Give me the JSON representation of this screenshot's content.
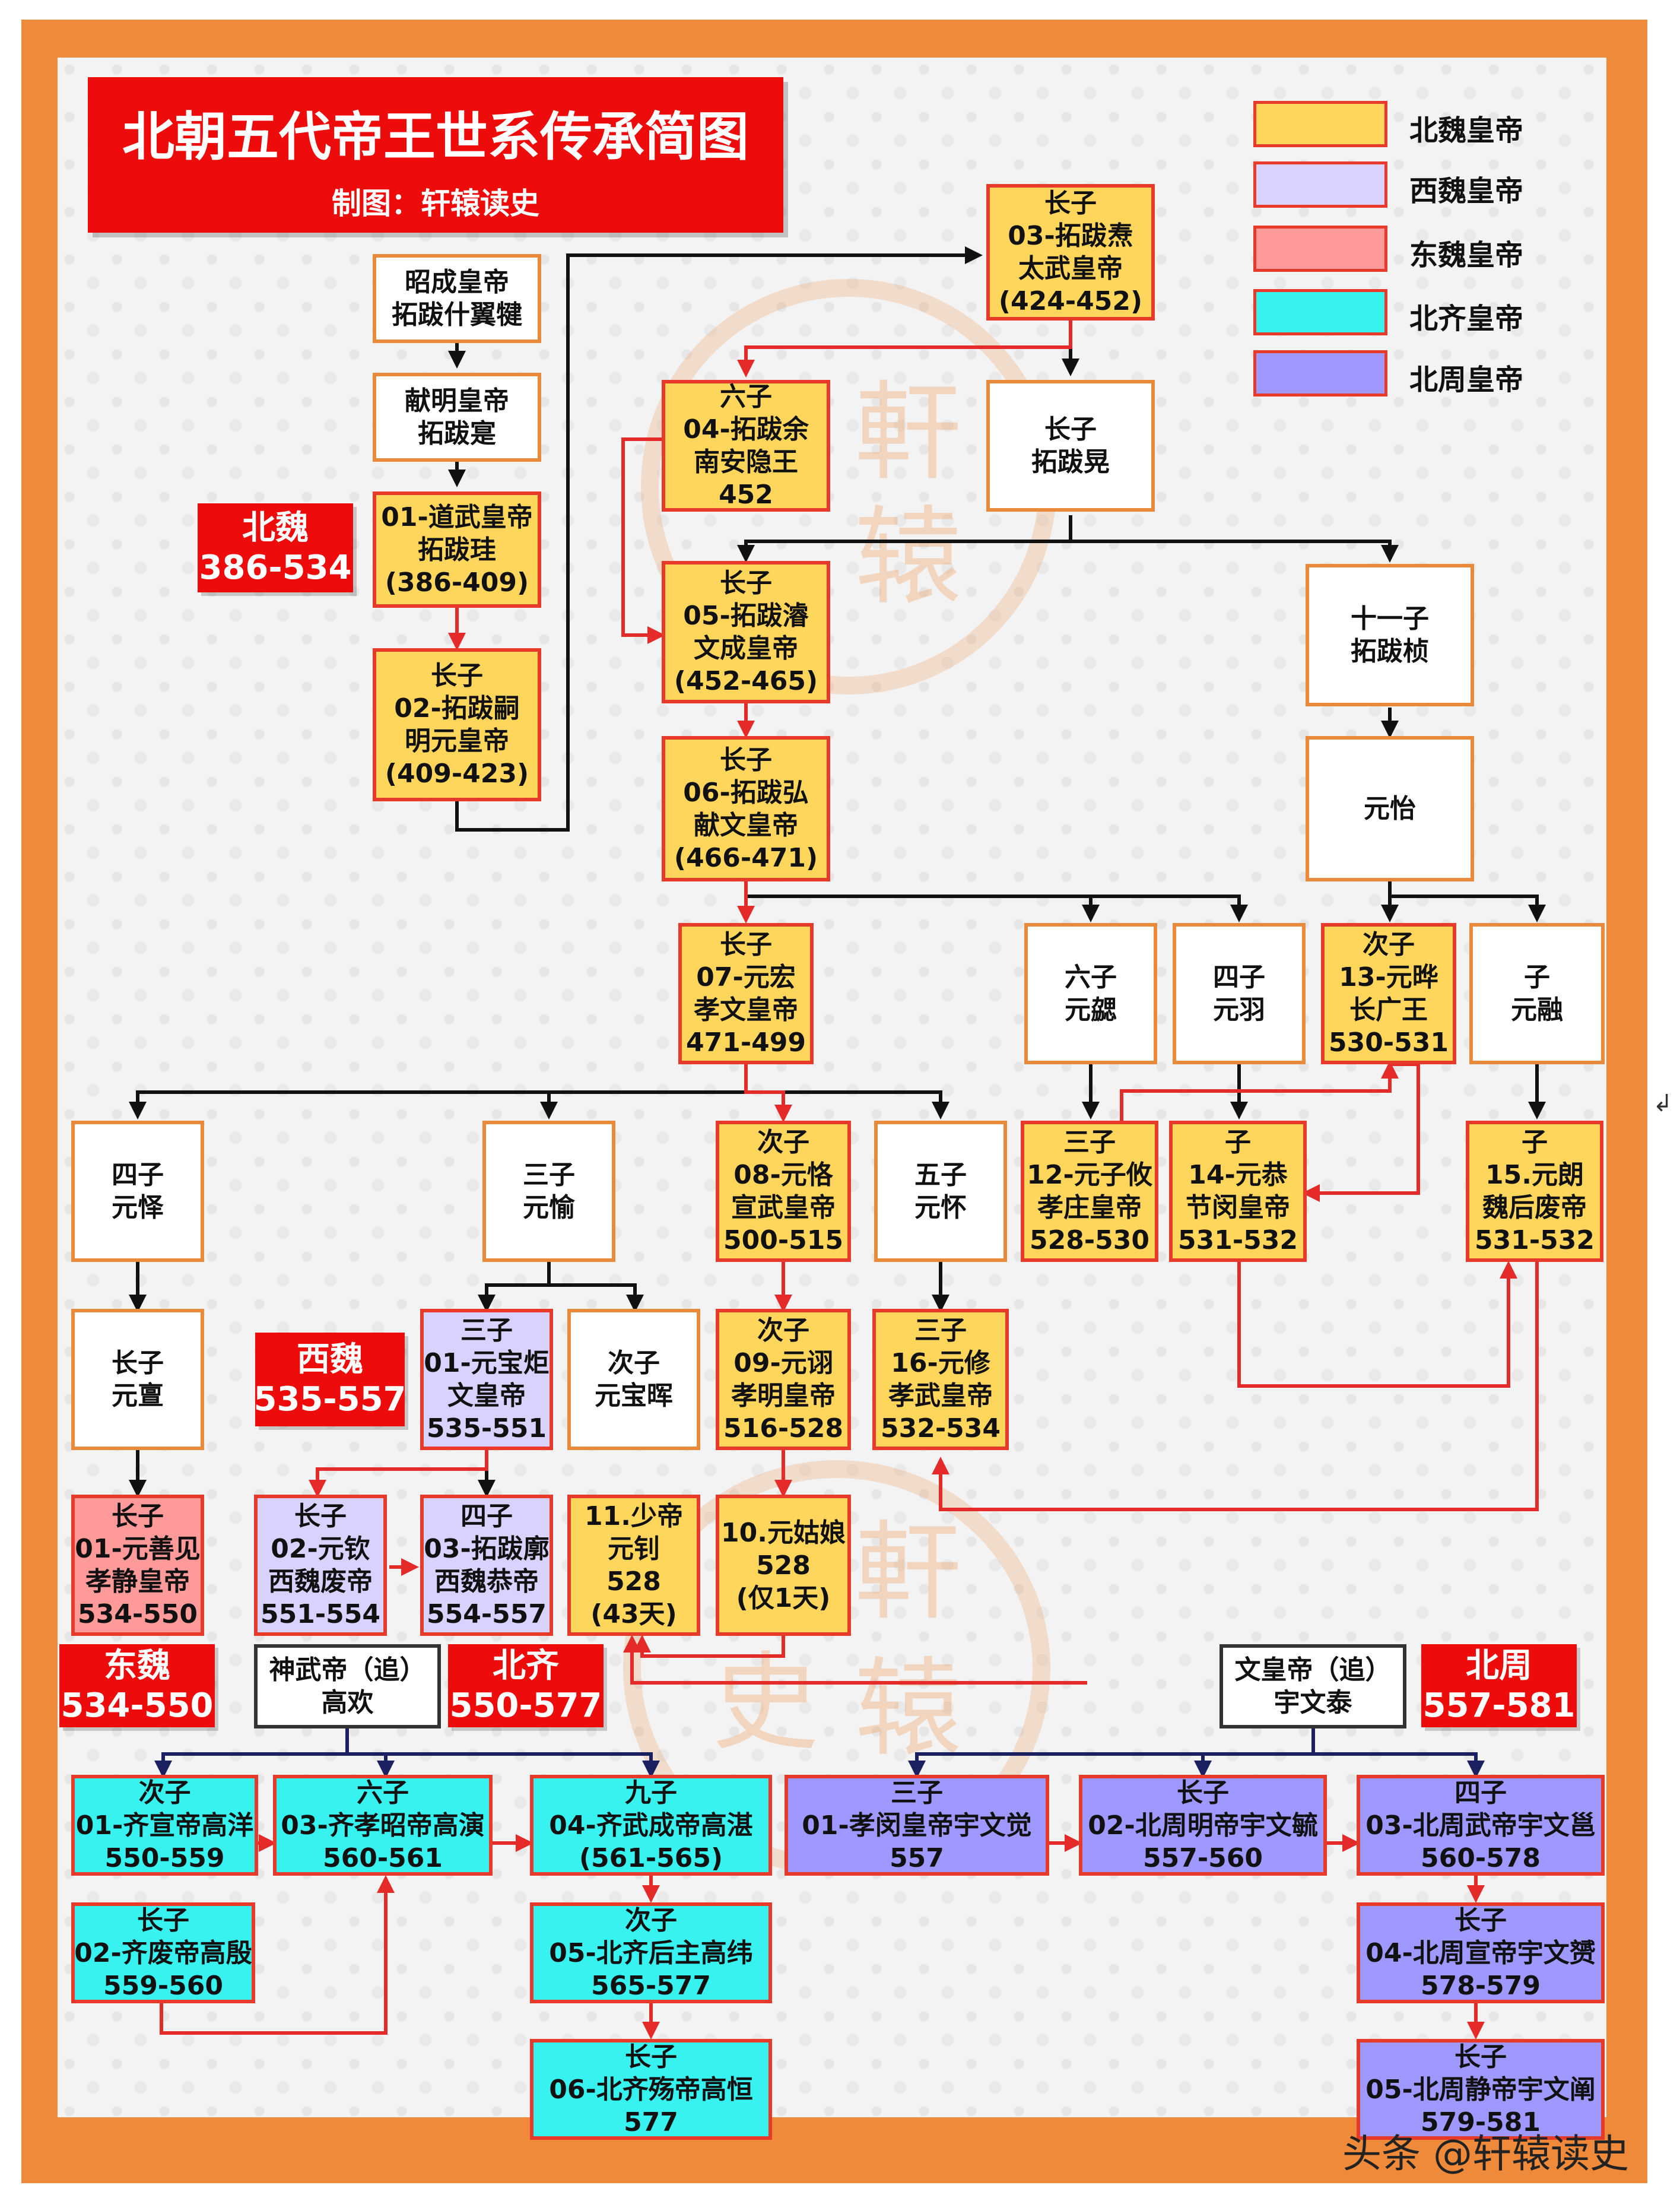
{
  "title": {
    "main": "北朝五代帝王世系传承简图",
    "sub": "制图：轩辕读史"
  },
  "legend": [
    {
      "label": "北魏皇帝",
      "color": "#ffd65c"
    },
    {
      "label": "西魏皇帝",
      "color": "#d9d2ff"
    },
    {
      "label": "东魏皇帝",
      "color": "#ff9a9a"
    },
    {
      "label": "北齐皇帝",
      "color": "#38f2f0"
    },
    {
      "label": "北周皇帝",
      "color": "#9f98ff"
    }
  ],
  "dynasties": {
    "beiwei": {
      "name": "北魏",
      "years": "386-534"
    },
    "xiwei": {
      "name": "西魏",
      "years": "535-557"
    },
    "dongwei": {
      "name": "东魏",
      "years": "534-550"
    },
    "beiqi": {
      "name": "北齐",
      "years": "550-577"
    },
    "beizhou": {
      "name": "北周",
      "years": "557-581"
    }
  },
  "nodes": {
    "zhaocheng": [
      "昭成皇帝",
      "拓跋什翼犍"
    ],
    "xianming": [
      "献明皇帝",
      "拓跋寔"
    ],
    "n01": [
      "01-道武皇帝",
      "拓跋珪",
      "(386-409)"
    ],
    "n02": [
      "长子",
      "02-拓跋嗣",
      "明元皇帝",
      "(409-423)"
    ],
    "n03": [
      "长子",
      "03-拓跋焘",
      "太武皇帝",
      "(424-452)"
    ],
    "n04": [
      "六子",
      "04-拓跋余",
      "南安隐王",
      "452"
    ],
    "huang": [
      "长子",
      "拓跋晃"
    ],
    "n05": [
      "长子",
      "05-拓跋濬",
      "文成皇帝",
      "(452-465)"
    ],
    "zhen": [
      "十一子",
      "拓跋桢"
    ],
    "n06": [
      "长子",
      "06-拓跋弘",
      "献文皇帝",
      "(466-471)"
    ],
    "yuanyi": [
      "元怡"
    ],
    "n07": [
      "长子",
      "07-元宏",
      "孝文皇帝",
      "471-499"
    ],
    "xie": [
      "六子",
      "元勰"
    ],
    "yu_yu": [
      "四子",
      "元羽"
    ],
    "n13": [
      "次子",
      "13-元晔",
      "长广王",
      "530-531"
    ],
    "rong": [
      "子",
      "元融"
    ],
    "yi": [
      "四子",
      "元怿"
    ],
    "yu_yu2": [
      "三子",
      "元愉"
    ],
    "n08": [
      "次子",
      "08-元恪",
      "宣武皇帝",
      "500-515"
    ],
    "huai": [
      "五子",
      "元怀"
    ],
    "n12": [
      "三子",
      "12-元子攸",
      "孝庄皇帝",
      "528-530"
    ],
    "n14": [
      "子",
      "14-元恭",
      "节闵皇帝",
      "531-532"
    ],
    "n15": [
      "子",
      "15.元朗",
      "魏后废帝",
      "531-532"
    ],
    "xuan": [
      "长子",
      "元亶"
    ],
    "xw01": [
      "三子",
      "01-元宝炬",
      "文皇帝",
      "535-551"
    ],
    "baohui": [
      "次子",
      "元宝晖"
    ],
    "n09": [
      "次子",
      "09-元诩",
      "孝明皇帝",
      "516-528"
    ],
    "n16": [
      "三子",
      "16-元修",
      "孝武皇帝",
      "532-534"
    ],
    "dw01": [
      "长子",
      "01-元善见",
      "孝静皇帝",
      "534-550"
    ],
    "xw02": [
      "长子",
      "02-元钦",
      "西魏废帝",
      "551-554"
    ],
    "xw03": [
      "四子",
      "03-拓跋廓",
      "西魏恭帝",
      "554-557"
    ],
    "n11": [
      "11.少帝",
      "元钊",
      "528",
      "(43天)"
    ],
    "n10": [
      "10.元姑娘",
      "528",
      "(仅1天)"
    ],
    "gaohuan": [
      "神武帝（追）",
      "高欢"
    ],
    "yuwentai": [
      "文皇帝（追）",
      "宇文泰"
    ],
    "bq01": [
      "次子",
      "01-齐宣帝高洋",
      "550-559"
    ],
    "bq03": [
      "六子",
      "03-齐孝昭帝高演",
      "560-561"
    ],
    "bq04": [
      "九子",
      "04-齐武成帝高湛",
      "(561-565)"
    ],
    "bz01": [
      "三子",
      "01-孝闵皇帝宇文觉",
      "557"
    ],
    "bz02": [
      "长子",
      "02-北周明帝宇文毓",
      "557-560"
    ],
    "bz03": [
      "四子",
      "03-北周武帝宇文邕",
      "560-578"
    ],
    "bq02": [
      "长子",
      "02-齐废帝高殷",
      "559-560"
    ],
    "bq05": [
      "次子",
      "05-北齐后主高纬",
      "565-577"
    ],
    "bz04": [
      "长子",
      "04-北周宣帝宇文赟",
      "578-579"
    ],
    "bq06": [
      "长子",
      "06-北齐殇帝高恒",
      "577"
    ],
    "bz05": [
      "长子",
      "05-北周静帝宇文阐",
      "579-581"
    ]
  },
  "watermark": [
    "軒",
    "辕",
    "史"
  ],
  "footer": "头条 @轩辕读史",
  "edge_glyph": "↲"
}
